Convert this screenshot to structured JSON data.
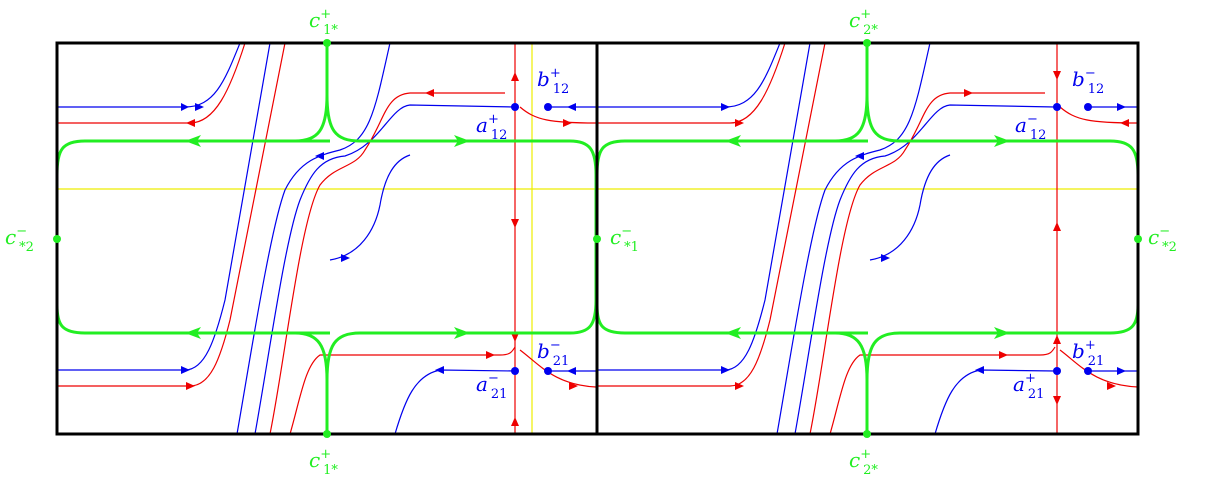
{
  "colors": {
    "frame": "#000000",
    "separatrix": "#22ee22",
    "blue_orbit": "#0000ee",
    "red_orbit": "#ee0000",
    "guide_line": "#eeee00"
  },
  "labels": {
    "c1s_top": {
      "base": "c",
      "sup": "+",
      "sub": "1*"
    },
    "c2s_top": {
      "base": "c",
      "sup": "+",
      "sub": "2*"
    },
    "c1s_bottom": {
      "base": "c",
      "sup": "+",
      "sub": "1*"
    },
    "c2s_bottom": {
      "base": "c",
      "sup": "+",
      "sub": "2*"
    },
    "cs2_left": {
      "base": "c",
      "sup": "−",
      "sub": "*2"
    },
    "cs1_mid": {
      "base": "c",
      "sup": "−",
      "sub": "*1"
    },
    "cs2_right": {
      "base": "c",
      "sup": "−",
      "sub": "*2"
    },
    "a12_plus": {
      "base": "a",
      "sup": "+",
      "sub": "12"
    },
    "b12_plus": {
      "base": "b",
      "sup": "+",
      "sub": "12"
    },
    "a12_minus": {
      "base": "a",
      "sup": "−",
      "sub": "12"
    },
    "b12_minus": {
      "base": "b",
      "sup": "−",
      "sub": "12"
    },
    "a21_minus": {
      "base": "a",
      "sup": "−",
      "sub": "21"
    },
    "b21_minus": {
      "base": "b",
      "sup": "−",
      "sub": "21"
    },
    "a21_plus": {
      "base": "a",
      "sup": "+",
      "sub": "21"
    },
    "b21_plus": {
      "base": "b",
      "sup": "+",
      "sub": "21"
    }
  }
}
